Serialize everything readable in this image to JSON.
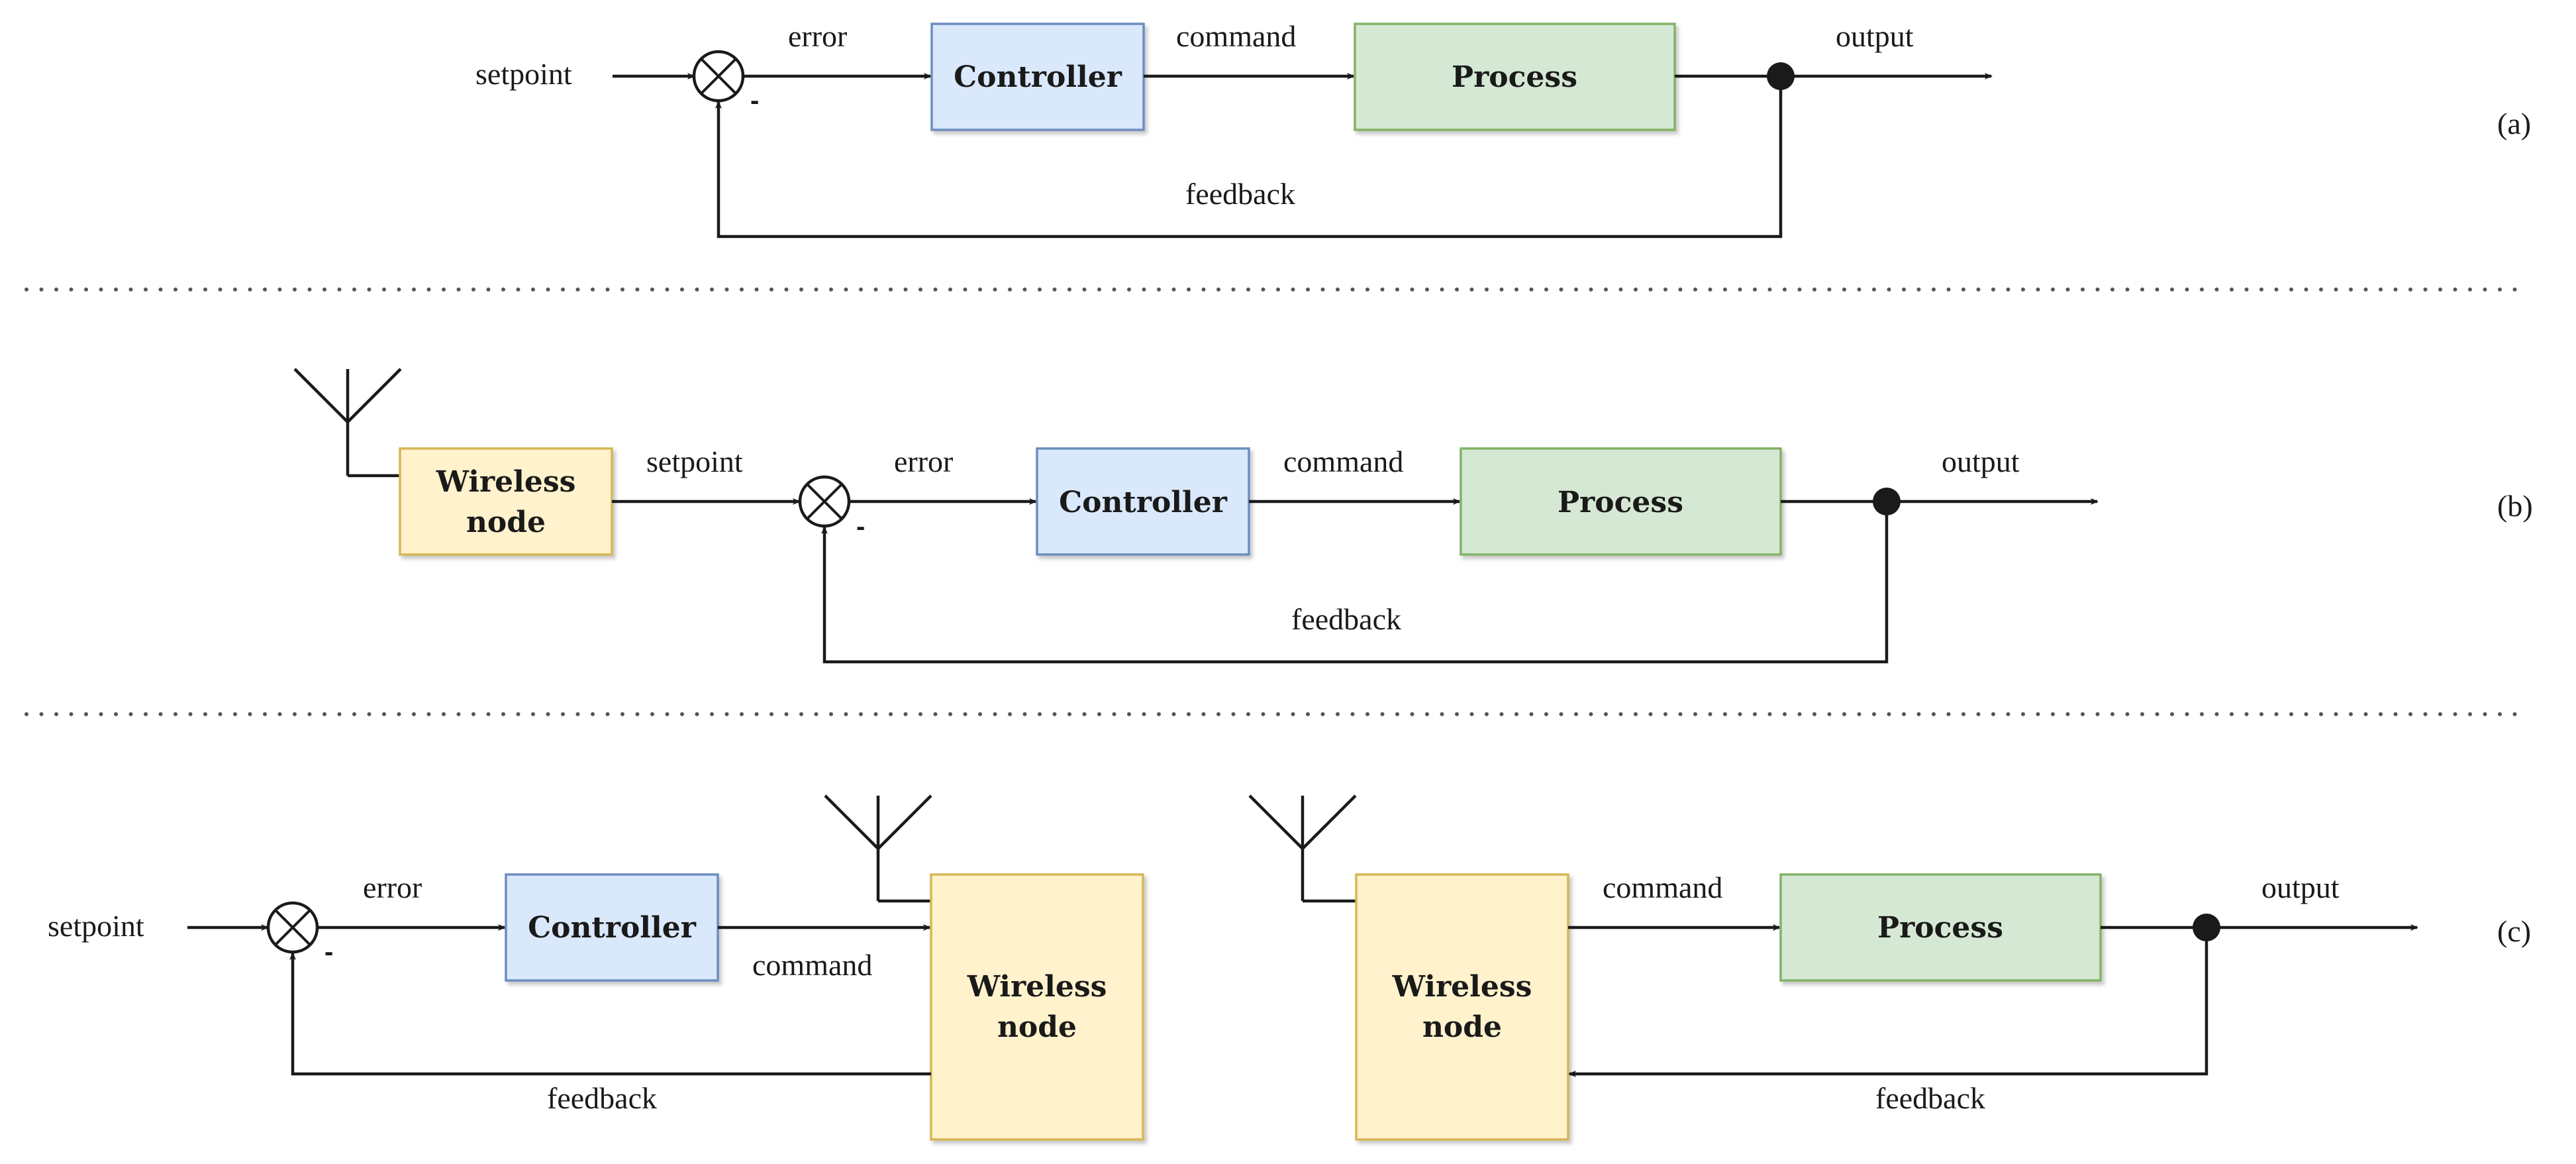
{
  "colors": {
    "controller_fill": "#dae8fc",
    "controller_stroke": "#6c8ebf",
    "process_fill": "#d5e8d4",
    "process_stroke": "#82b366",
    "wireless_fill": "#fff2cc",
    "wireless_stroke": "#d6b656",
    "line": "#1a1a1a",
    "separator": "#555555"
  },
  "panel_a": {
    "tag": "(a)",
    "setpoint": "setpoint",
    "error": "error",
    "command": "command",
    "output": "output",
    "feedback": "feedback",
    "minus": "-",
    "controller": "Controller",
    "process": "Process"
  },
  "panel_b": {
    "tag": "(b)",
    "wireless_line1": "Wireless",
    "wireless_line2": "node",
    "setpoint": "setpoint",
    "error": "error",
    "command": "command",
    "output": "output",
    "feedback": "feedback",
    "minus": "-",
    "controller": "Controller",
    "process": "Process"
  },
  "panel_c": {
    "tag": "(c)",
    "setpoint": "setpoint",
    "error": "error",
    "command_left": "command",
    "feedback_left": "feedback",
    "minus": "-",
    "controller": "Controller",
    "wireless_left_line1": "Wireless",
    "wireless_left_line2": "node",
    "wireless_right_line1": "Wireless",
    "wireless_right_line2": "node",
    "command_right": "command",
    "process": "Process",
    "output": "output",
    "feedback_right": "feedback"
  }
}
